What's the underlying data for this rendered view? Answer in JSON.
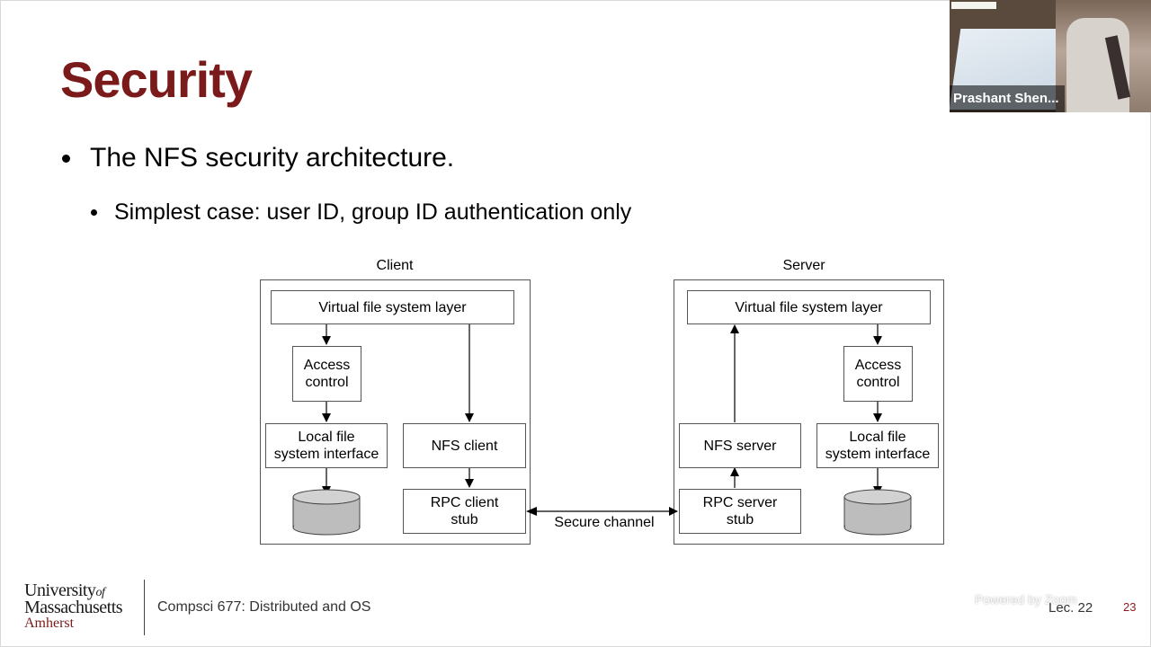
{
  "slide": {
    "title": "Security",
    "bullets": [
      "The NFS security architecture.",
      "Simplest case: user ID, group ID authentication only"
    ]
  },
  "diagram": {
    "client": {
      "label": "Client",
      "vfs": "Virtual file system layer",
      "access_control": "Access\ncontrol",
      "local_fs": "Local file\nsystem interface",
      "nfs": "NFS client",
      "rpc": "RPC client\nstub"
    },
    "server": {
      "label": "Server",
      "vfs": "Virtual file system layer",
      "access_control": "Access\ncontrol",
      "local_fs": "Local file\nsystem interface",
      "nfs": "NFS server",
      "rpc": "RPC server\nstub"
    },
    "channel": "Secure channel"
  },
  "footer": {
    "logo": {
      "line1": "University",
      "of": "of",
      "line2": "Massachusetts",
      "line3": "Amherst"
    },
    "course": "Compsci 677: Distributed and OS",
    "lecture": "Lec. 22",
    "page": "23"
  },
  "zoom": {
    "participant_name": "Prashant Shen...",
    "watermark": "Powered by Zoom"
  }
}
